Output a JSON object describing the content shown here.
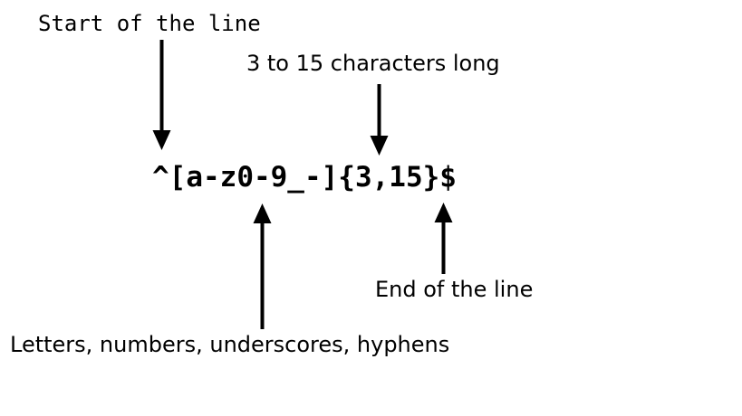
{
  "diagram": {
    "title_pattern": "^[a-z0-9_-]{3,15}$",
    "background_color": "#ffffff",
    "ink_color": "#000000",
    "annotations": [
      {
        "id": "start-of-line",
        "label": "Start of the line",
        "arrow_direction": "down",
        "points_at": "^"
      },
      {
        "id": "length-quantifier",
        "label": "3 to 15 characters long",
        "arrow_direction": "down",
        "points_at": "{3,15}"
      },
      {
        "id": "character-class",
        "label": "Letters, numbers, underscores, hyphens",
        "arrow_direction": "up",
        "points_at": "[a-z0-9_-]"
      },
      {
        "id": "end-of-line",
        "label": "End of the line",
        "arrow_direction": "up",
        "points_at": "$"
      }
    ]
  }
}
